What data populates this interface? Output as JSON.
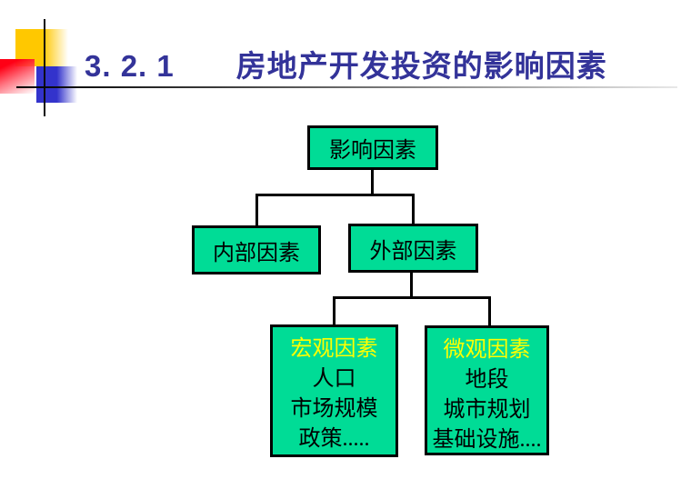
{
  "colors": {
    "titleColor": "#333399",
    "boxFill": "#00DC96",
    "boxBorder": "#000000",
    "nodeText": "#000000",
    "highlightText": "#FFFF00",
    "accentYellow": "#FFC800",
    "accentRed": "#FF0015",
    "accentBlue": "#3333CC"
  },
  "header": {
    "title": "3. 2. 1　　房地产开发投资的影晌因素"
  },
  "diagram": {
    "nodes": [
      {
        "id": "root",
        "label": "影响因素"
      },
      {
        "id": "internal",
        "label": "内部因素"
      },
      {
        "id": "external",
        "label": "外部因素"
      },
      {
        "id": "macro",
        "title": "宏观因素",
        "items": [
          "人口",
          "市场规模",
          "政策....."
        ]
      },
      {
        "id": "micro",
        "title": "微观因素",
        "items": [
          "地段",
          "城市规划",
          "基础设施...."
        ]
      }
    ],
    "edges": [
      {
        "from": "影响因素",
        "to": "内部因素"
      },
      {
        "from": "影响因素",
        "to": "外部因素"
      },
      {
        "from": "外部因素",
        "to": "宏观因素"
      },
      {
        "from": "外部因素",
        "to": "微观因素"
      }
    ]
  }
}
